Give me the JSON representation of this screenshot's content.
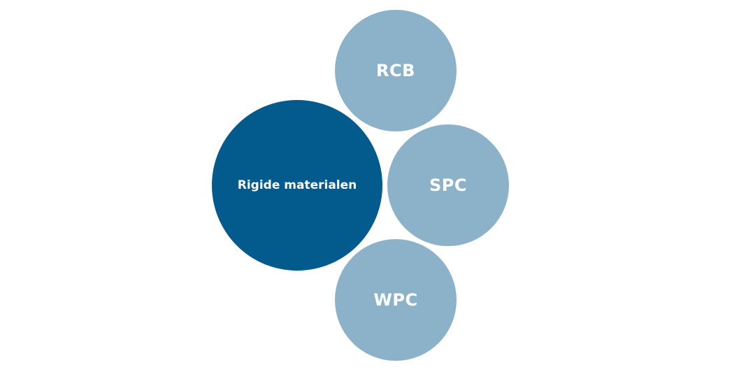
{
  "colors": {
    "main_circle": "#025b8c",
    "sub_circle": "#8bb2c9",
    "text": "#ffffff",
    "background": "#ffffff"
  },
  "diagram": {
    "main": {
      "label": "Rigide materialen"
    },
    "items": [
      {
        "label": "RCB"
      },
      {
        "label": "SPC"
      },
      {
        "label": "WPC"
      }
    ]
  }
}
